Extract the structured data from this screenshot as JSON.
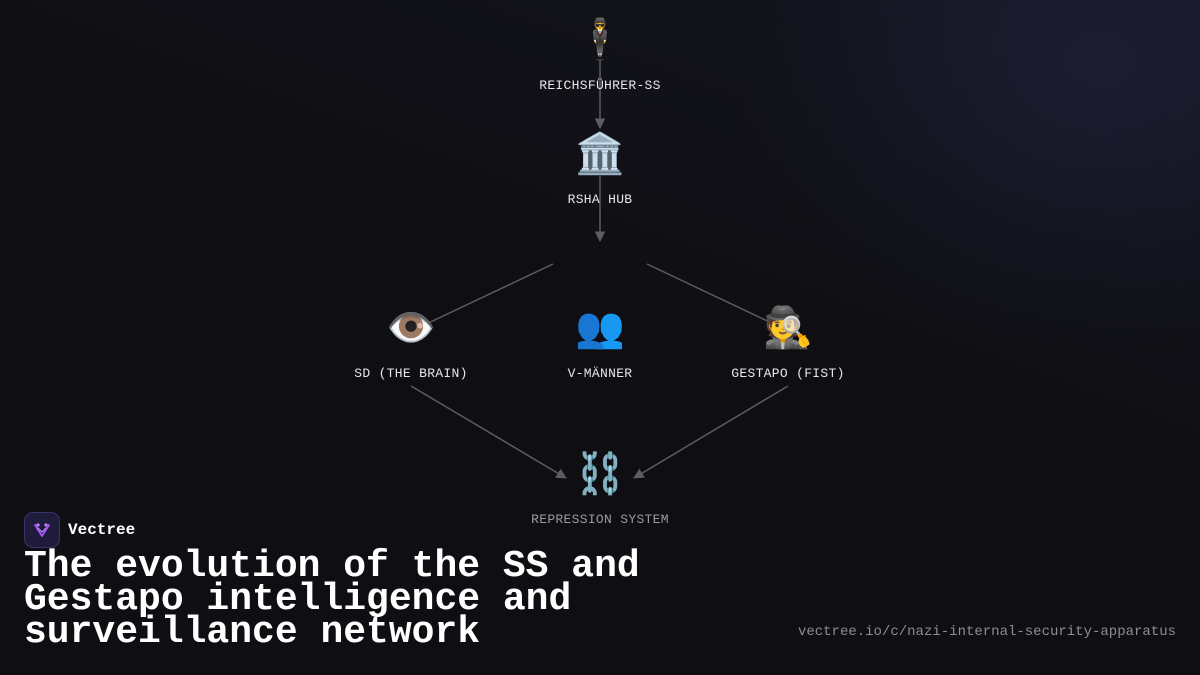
{
  "diagram": {
    "nodes": [
      {
        "id": "reichsfuhrer",
        "icon": "🕴",
        "icon_name": "man-in-suit-icon",
        "label": "REICHSFÜHRER-SS"
      },
      {
        "id": "rsha",
        "icon": "🏛️",
        "icon_name": "classical-building-icon",
        "label": "RSHA HUB"
      },
      {
        "id": "sd",
        "icon": "👁️",
        "icon_name": "eye-icon",
        "label": "SD (THE BRAIN)"
      },
      {
        "id": "vmanner",
        "icon": "👥",
        "icon_name": "busts-in-silhouette-icon",
        "label": "V-MÄNNER"
      },
      {
        "id": "gestapo",
        "icon": "🕵️",
        "icon_name": "detective-icon",
        "label": "GESTAPO (FIST)"
      },
      {
        "id": "repression",
        "icon": "⛓️",
        "icon_name": "chains-icon",
        "label": "REPRESSION SYSTEM"
      }
    ],
    "edge_color": "#5c5c64"
  },
  "brand": {
    "name": "Vectree",
    "accent": "#a855f7"
  },
  "title": "The evolution of the SS and Gestapo intelligence and surveillance network",
  "url": "vectree.io/c/nazi-internal-security-apparatus"
}
